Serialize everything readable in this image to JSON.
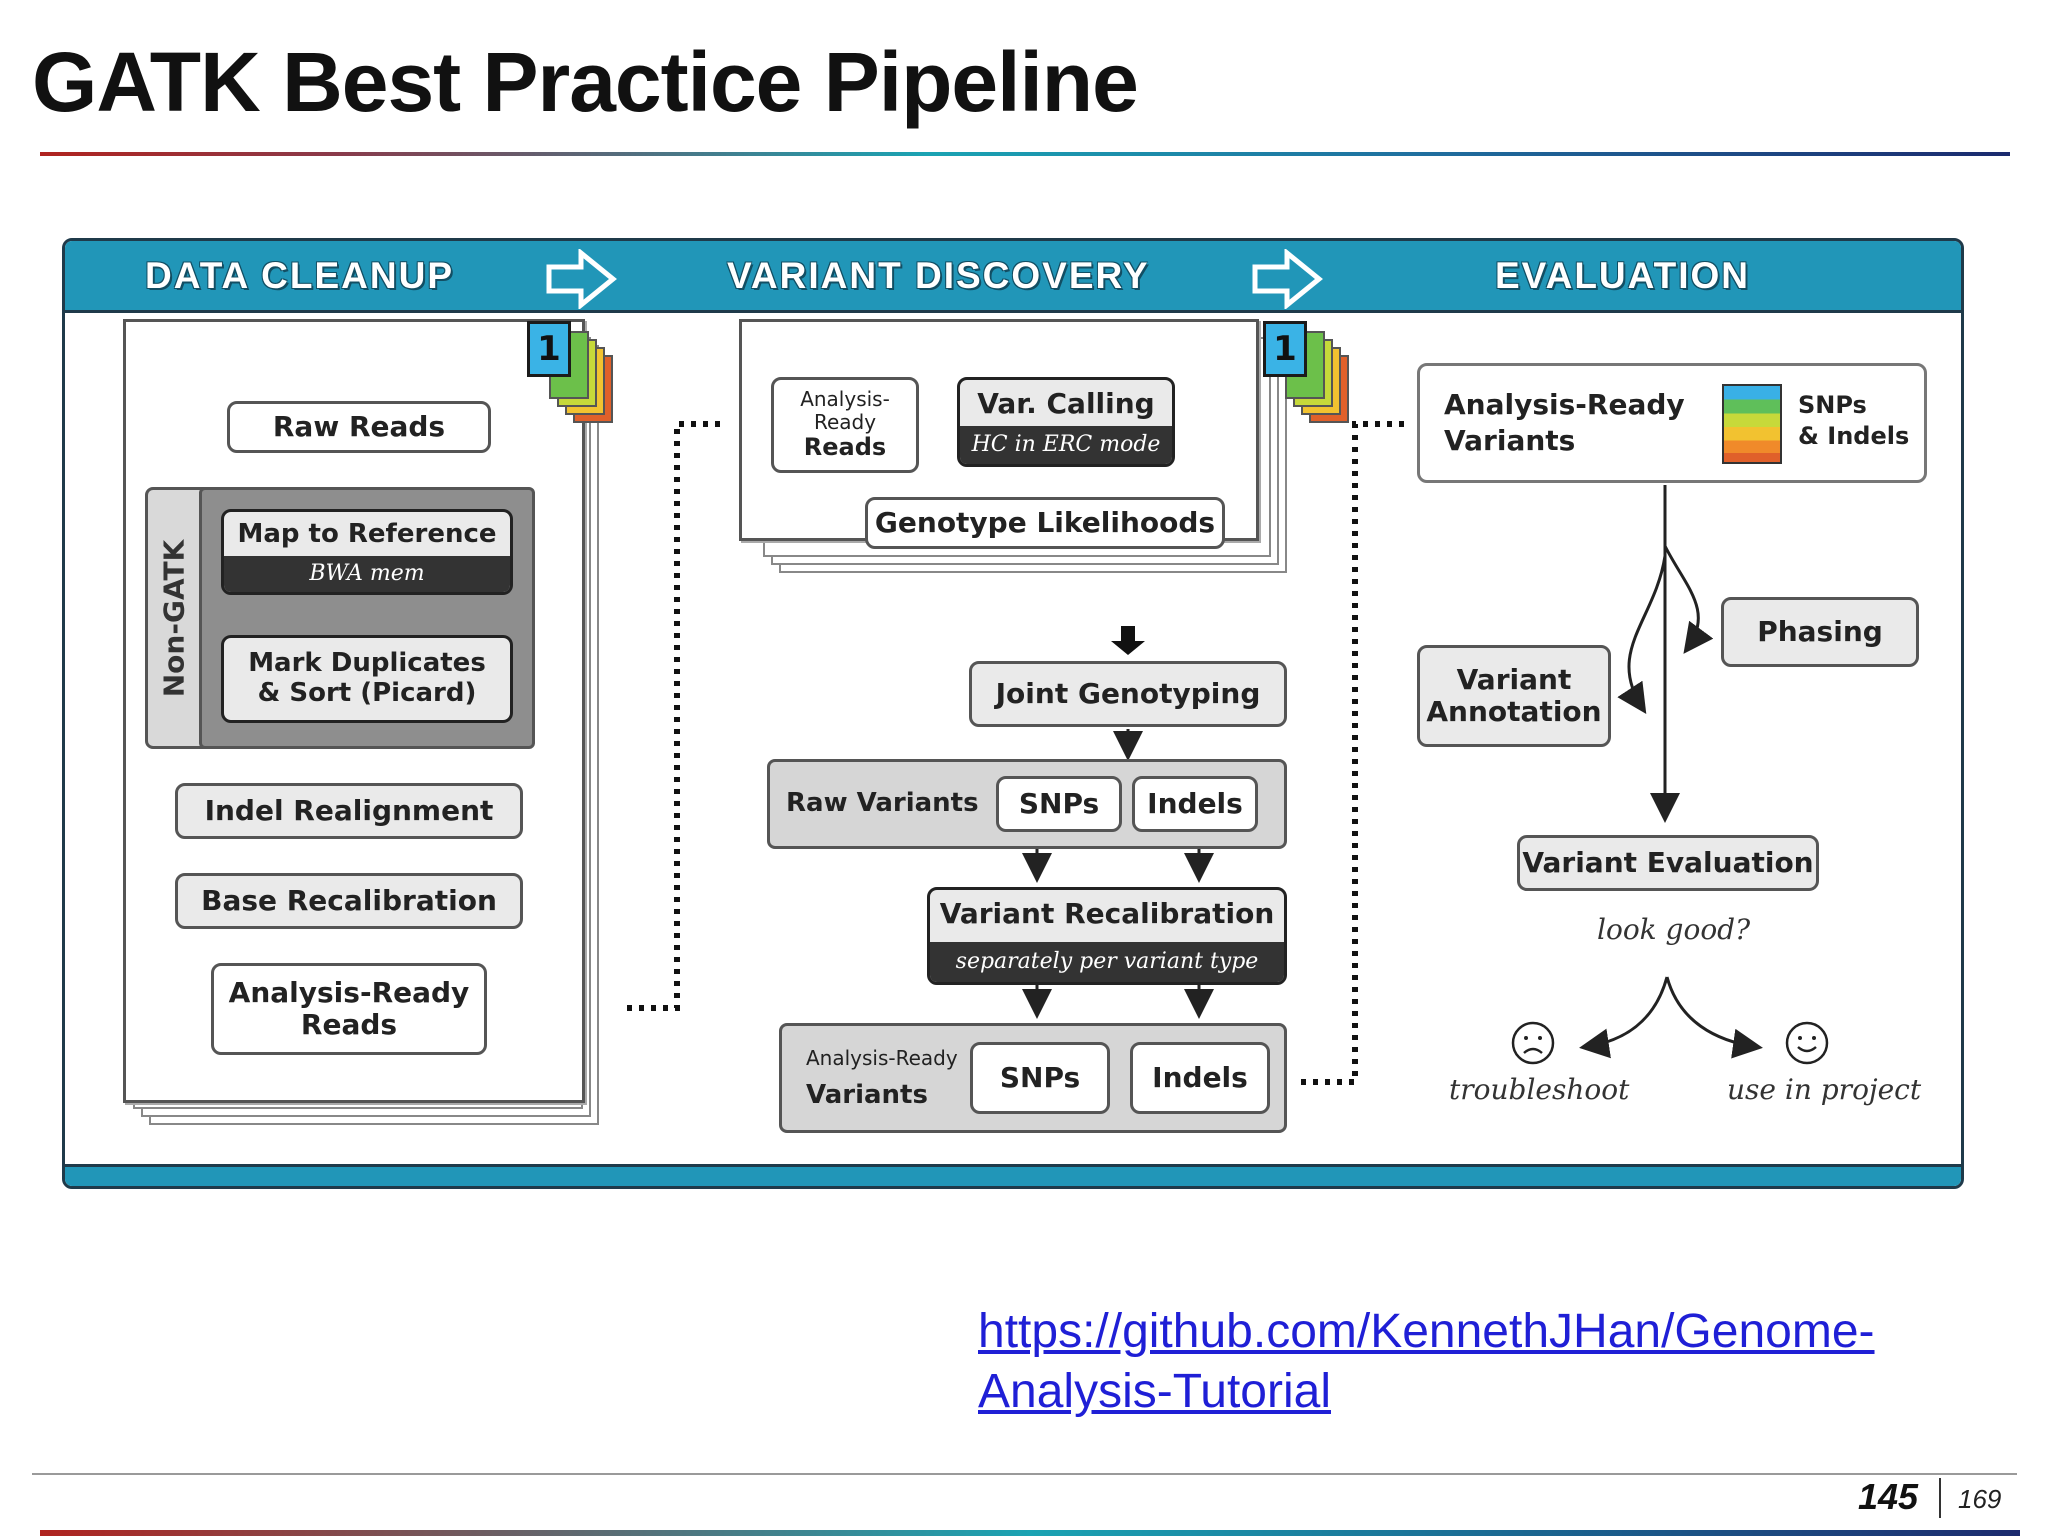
{
  "slide": {
    "title": "GATK Best Practice Pipeline",
    "link": "https://github.com/KennethJHan/Genome-Analysis-Tutorial",
    "link_line1": "https://github.com/KennethJHan/Genome-",
    "link_line2": "Analysis-Tutorial",
    "page_number": "145",
    "page_total": "169"
  },
  "diagram": {
    "phases": [
      "DATA CLEANUP",
      "VARIANT DISCOVERY",
      "EVALUATION"
    ],
    "cleanup": {
      "raw_reads": "Raw Reads",
      "non_gatk": "Non-GATK",
      "map_to_reference": "Map to Reference",
      "bwa_mem": "BWA mem",
      "mark_dup_1": "Mark Duplicates",
      "mark_dup_2": "& Sort (Picard)",
      "indel_realignment": "Indel Realignment",
      "base_recalibration": "Base Recalibration",
      "ar_reads_1": "Analysis-Ready",
      "ar_reads_2": "Reads",
      "stack_number": "1"
    },
    "discovery": {
      "ar_reads_1": "Analysis-Ready",
      "ar_reads_2": "Reads",
      "var_calling": "Var. Calling",
      "hc_erc": "HC in ERC mode",
      "genotype_likelihoods": "Genotype Likelihoods",
      "stack_number": "1",
      "joint_genotyping": "Joint Genotyping",
      "raw_variants": "Raw Variants",
      "snps": "SNPs",
      "indels": "Indels",
      "variant_recalibration": "Variant Recalibration",
      "separately": "separately per variant type",
      "ar_variants_1": "Analysis-Ready",
      "ar_variants_2": "Variants",
      "snps_2": "SNPs",
      "indels_2": "Indels"
    },
    "evaluation": {
      "ar_variants_1": "Analysis-Ready",
      "ar_variants_2": "Variants",
      "snps_indels_1": "SNPs",
      "snps_indels_2": "& Indels",
      "phasing": "Phasing",
      "variant_annotation_1": "Variant",
      "variant_annotation_2": "Annotation",
      "variant_evaluation": "Variant Evaluation",
      "look_good": "look good?",
      "troubleshoot": "troubleshoot",
      "use_in_project": "use in project"
    },
    "colors": {
      "band": "#2196b8",
      "number_box": "#3ab3e6",
      "stack_fills": [
        "#6cc04a",
        "#c6d93a",
        "#f2c230",
        "#f08a2a",
        "#e0602a"
      ]
    },
    "icons": [
      "arrow-right-outline-icon",
      "frown-face-icon",
      "smile-face-icon"
    ]
  }
}
